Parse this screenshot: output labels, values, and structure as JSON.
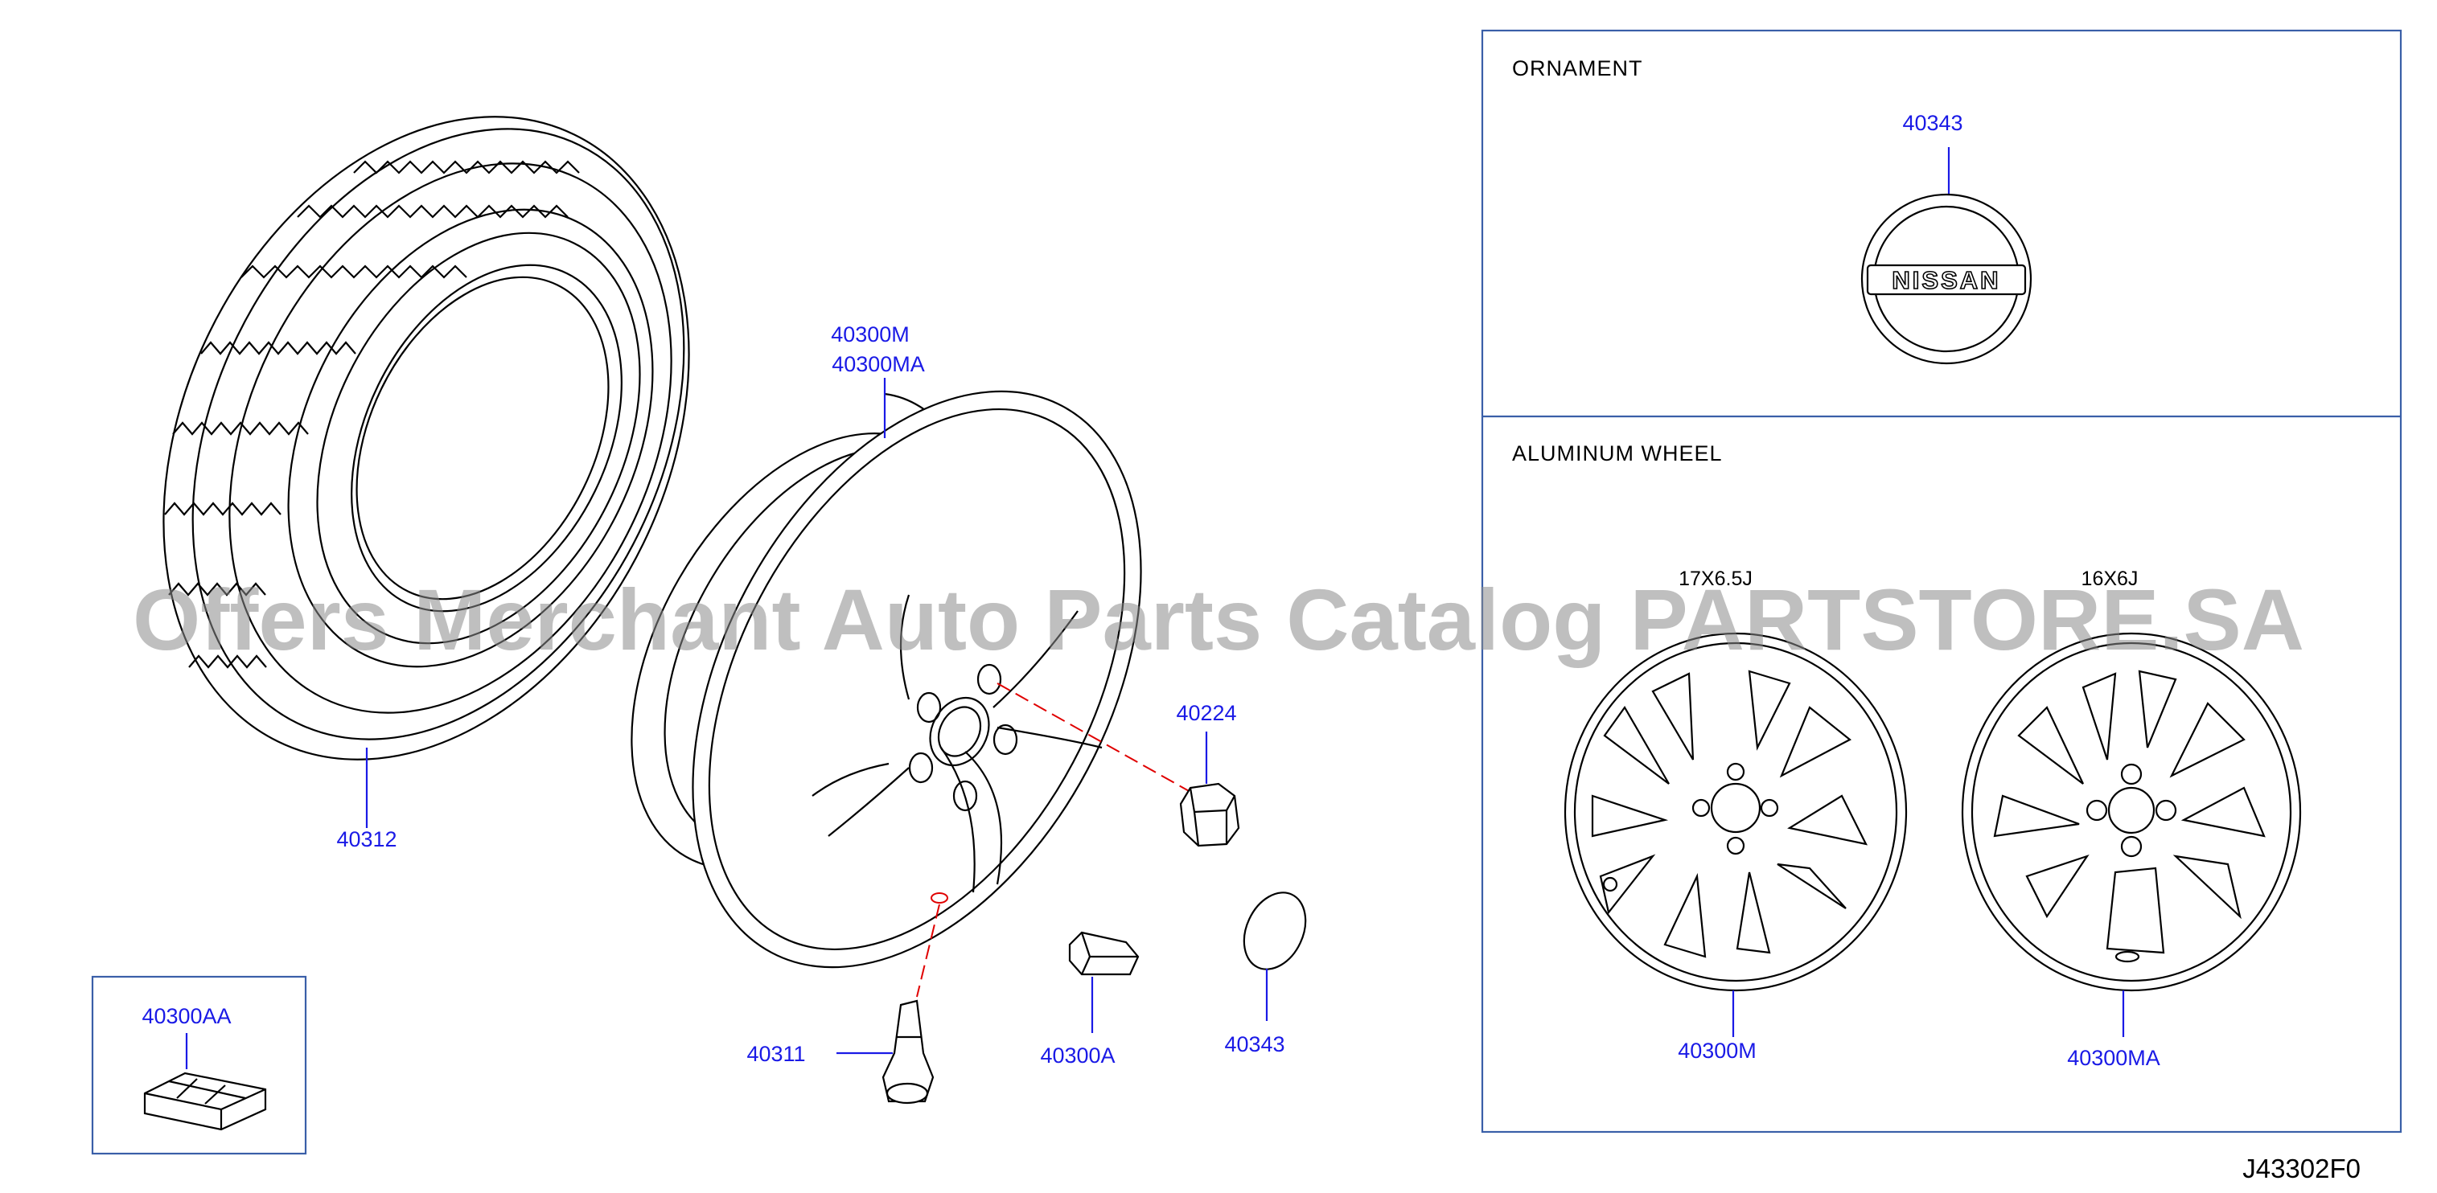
{
  "diagram": {
    "watermark": "Offers Merchant Auto Parts Catalog PARTSTORE.SA",
    "diagram_code": "J43302F0",
    "sections": {
      "ornament": {
        "title": "ORNAMENT",
        "part": "40343"
      },
      "aluminum_wheel": {
        "title": "ALUMINUM   WHEEL",
        "wheels": [
          {
            "size": "17X6.5J",
            "part": "40300M"
          },
          {
            "size": "16X6J",
            "part": "40300MA"
          }
        ]
      }
    },
    "parts": {
      "tire": "40312",
      "wheel_line1": "40300M",
      "wheel_line2": "40300MA",
      "nut": "40224",
      "valve": "40311",
      "weight": "40300A",
      "cap": "40343",
      "balance_weight": "40300AA"
    },
    "emblem_text": "NISSAN",
    "colors": {
      "label": "#1a1ae6",
      "box": "#3a5fa8",
      "guide": "#e00000"
    }
  }
}
